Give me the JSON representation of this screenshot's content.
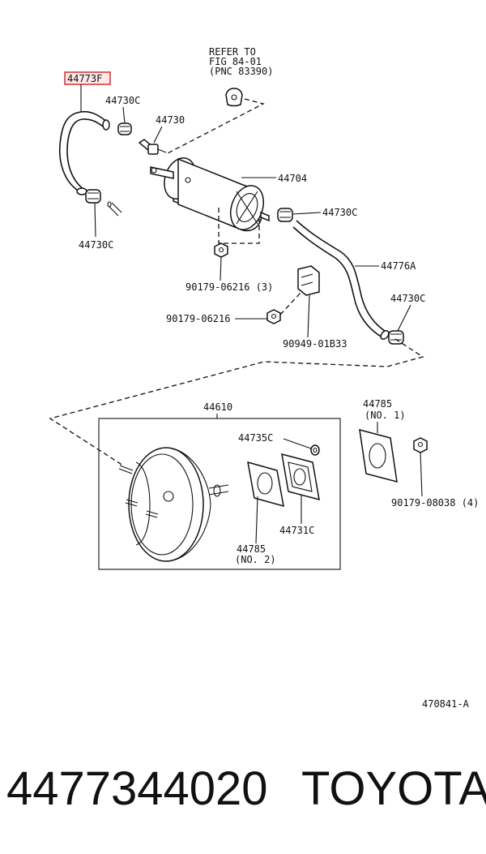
{
  "refer": [
    "REFER TO",
    "FIG 84-01",
    "(PNC 83390)"
  ],
  "highlight_color": "#d03030",
  "labels": {
    "p44773F": "44773F",
    "p44730C_a": "44730C",
    "p44730": "44730",
    "p44704": "44704",
    "p44730C_b": "44730C",
    "p44776A": "44776A",
    "p44730C_c": "44730C",
    "p44730C_d": "44730C",
    "p90179_06216_3": "90179-06216 (3)",
    "p90179_06216": "90179-06216",
    "p90949_01B33": "90949-01B33",
    "p44610": "44610",
    "p44735C": "44735C",
    "p44785_1": "44785",
    "p44785_1_no": "(NO. 1)",
    "p90179_08038": "90179-08038 (4)",
    "p44731C": "44731C",
    "p44785_2": "44785",
    "p44785_2_no": "(NO. 2)"
  },
  "figure_code": "470841-A",
  "part_number": "4477344020",
  "brand": "TOYOTA"
}
